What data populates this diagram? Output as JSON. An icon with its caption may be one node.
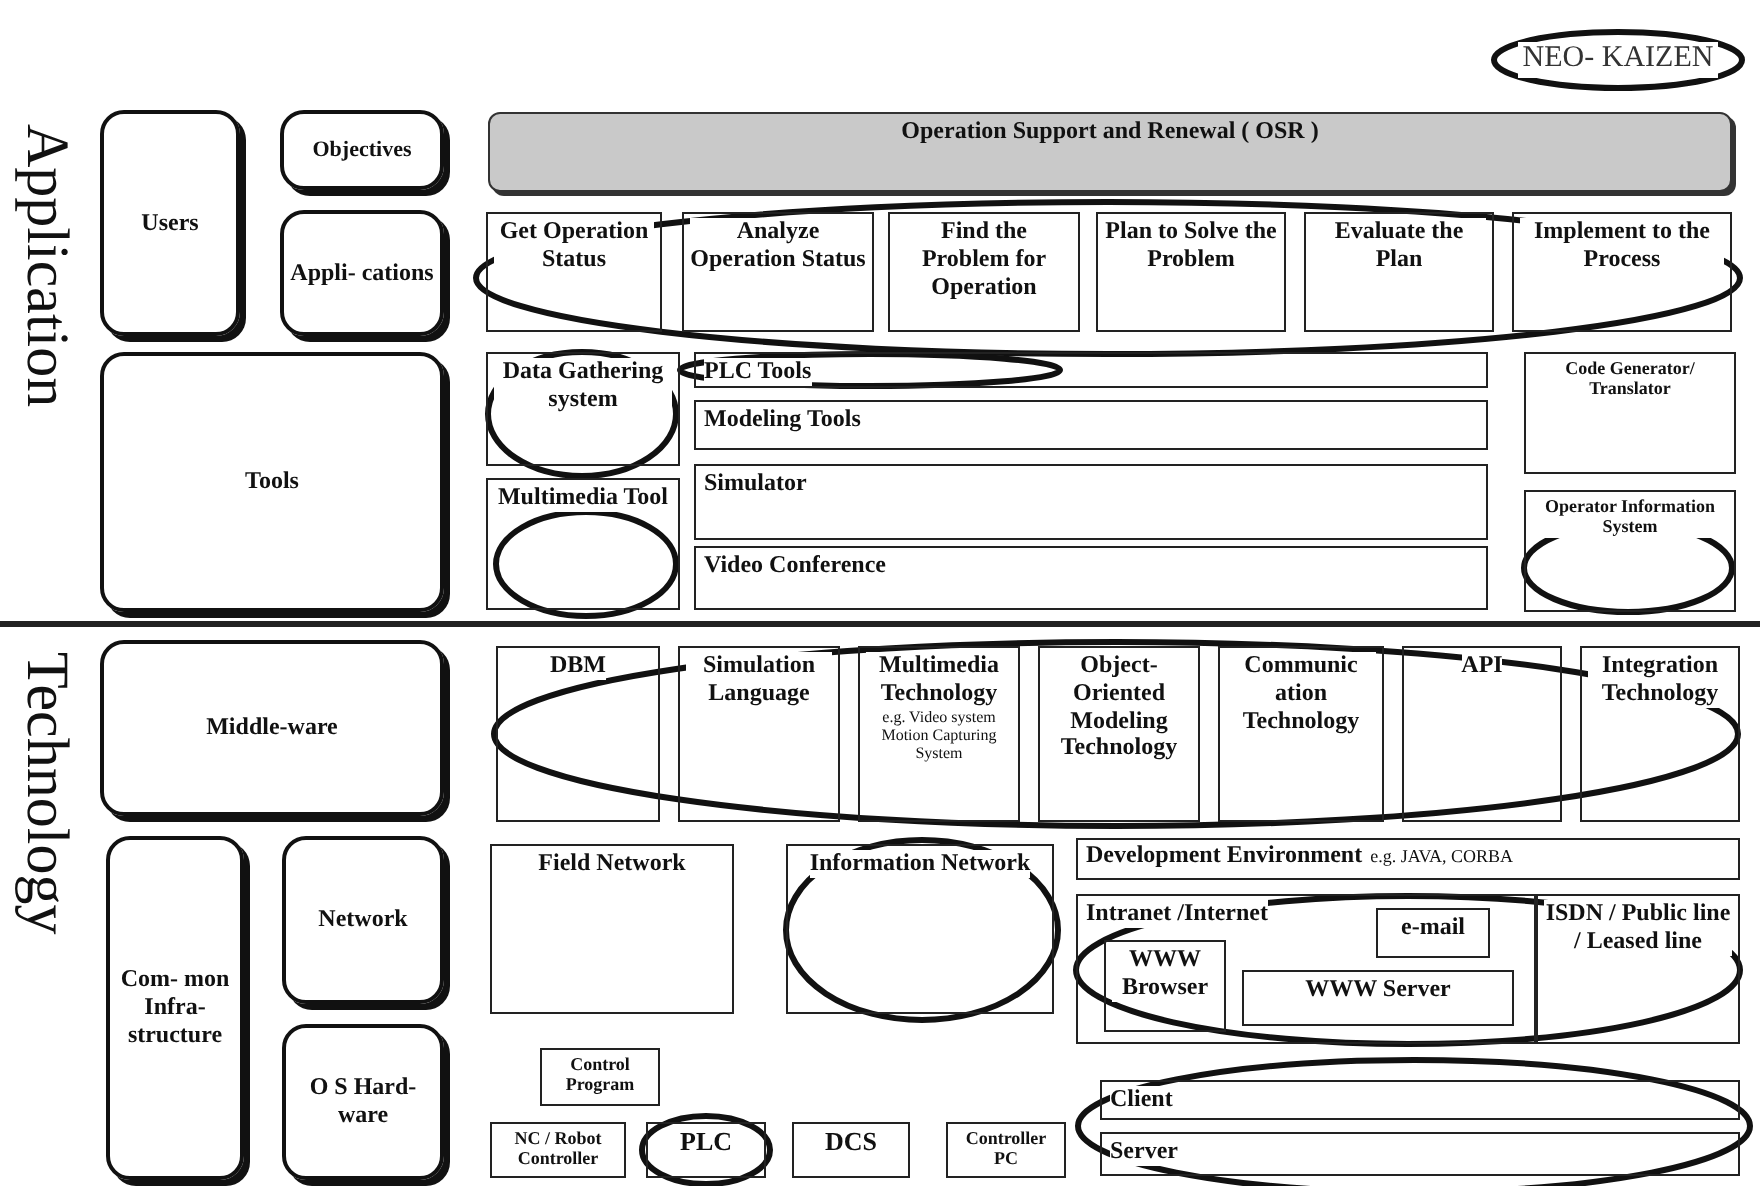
{
  "diagram": {
    "nodes": [
      {
        "text": [
          "NEO- KAIZEN"
        ]
      },
      {
        "text": [
          "Users"
        ]
      },
      {
        "text": [
          "Objectives"
        ]
      },
      {
        "text": [
          "Appli- cations"
        ]
      },
      {
        "text": [
          "Tools"
        ]
      },
      {
        "text": [
          "Middle-ware"
        ]
      },
      {
        "text": [
          "Com- mon Infra- structure"
        ]
      },
      {
        "text": [
          "Network"
        ]
      },
      {
        "text": [
          "O S Hard-ware"
        ]
      },
      {
        "text": [
          "Operation Support and Renewal ( OSR )"
        ]
      },
      {
        "text": [
          "Get Operation Status"
        ]
      },
      {
        "text": [
          "Analyze Operation Status"
        ]
      },
      {
        "text": [
          "Find the Problem for Operation"
        ]
      },
      {
        "text": [
          "Plan to Solve the Problem"
        ]
      },
      {
        "text": [
          "Evaluate the Plan"
        ]
      },
      {
        "text": [
          "Implement to the Process"
        ]
      },
      {
        "text": [
          "Data Gathering system"
        ]
      },
      {
        "text": [
          "Multimedia Tool"
        ]
      },
      {
        "text": [
          "PLC Tools"
        ]
      },
      {
        "text": [
          "Modeling Tools"
        ]
      },
      {
        "text": [
          "Simulator"
        ]
      },
      {
        "text": [
          "Video Conference"
        ]
      },
      {
        "text": [
          "Code Generator/ Translator"
        ]
      },
      {
        "text": [
          "Operator Information System"
        ]
      },
      {
        "text": [
          "DBM"
        ]
      },
      {
        "text": [
          "Simulation Language"
        ]
      },
      {
        "text": [
          "Multimedia Technology",
          "e.g. Video system Motion Capturing System"
        ]
      },
      {
        "text": [
          "Object- Oriented Modeling Technology"
        ]
      },
      {
        "text": [
          "Communic ation Technology"
        ]
      },
      {
        "text": [
          "API"
        ]
      },
      {
        "text": [
          "Integration Technology"
        ]
      },
      {
        "text": [
          "Field Network"
        ]
      },
      {
        "text": [
          "Information Network"
        ]
      },
      {
        "text": [
          "Development Environment",
          "e.g. JAVA, CORBA"
        ]
      },
      {
        "text": [
          "Intranet /Internet"
        ]
      },
      {
        "text": [
          "e-mail"
        ],
        "in": 34
      },
      {
        "text": [
          "WWW Browser"
        ],
        "in": 34
      },
      {
        "text": [
          "WWW Server"
        ],
        "in": 34
      },
      {
        "text": [
          "ISDN / Public line / Leased line"
        ]
      },
      {
        "text": [
          "Control Program"
        ]
      },
      {
        "text": [
          "NC / Robot Controller"
        ]
      },
      {
        "text": [
          "PLC"
        ]
      },
      {
        "text": [
          "DCS"
        ]
      },
      {
        "text": [
          "Controller PC"
        ]
      },
      {
        "text": [
          "Client"
        ]
      },
      {
        "text": [
          "Server"
        ]
      }
    ],
    "labels": [
      "Application",
      "Technology"
    ]
  }
}
